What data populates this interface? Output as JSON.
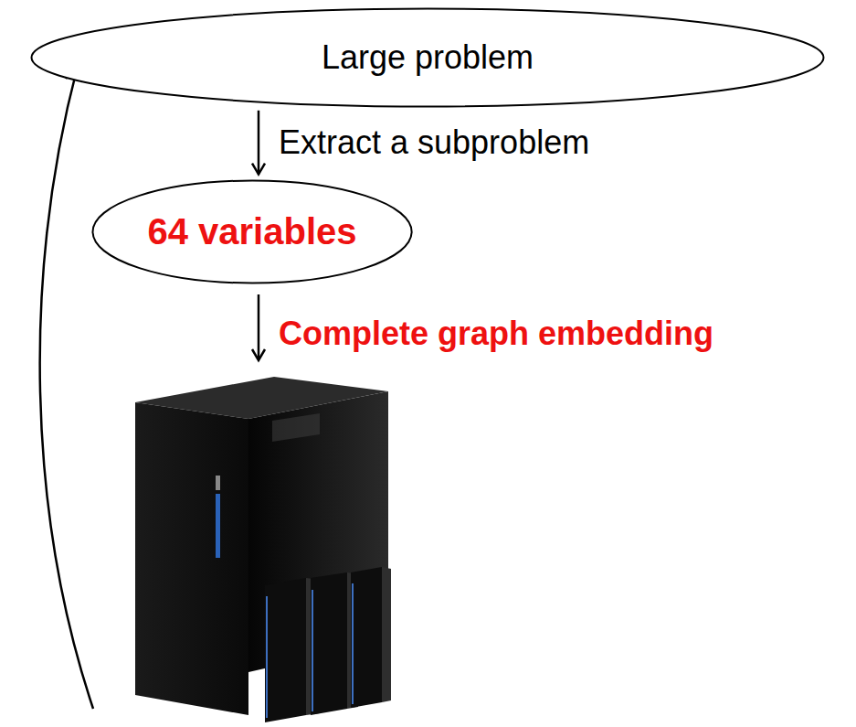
{
  "diagram": {
    "nodes": [
      {
        "text": [
          "Large problem"
        ]
      },
      {
        "text": [
          "64 variables"
        ]
      }
    ],
    "edges": [
      {
        "from": 0,
        "to": 1,
        "label": "Extract a subproblem",
        "arrow": "to"
      }
    ],
    "labels": [
      "Complete graph embedding"
    ]
  }
}
